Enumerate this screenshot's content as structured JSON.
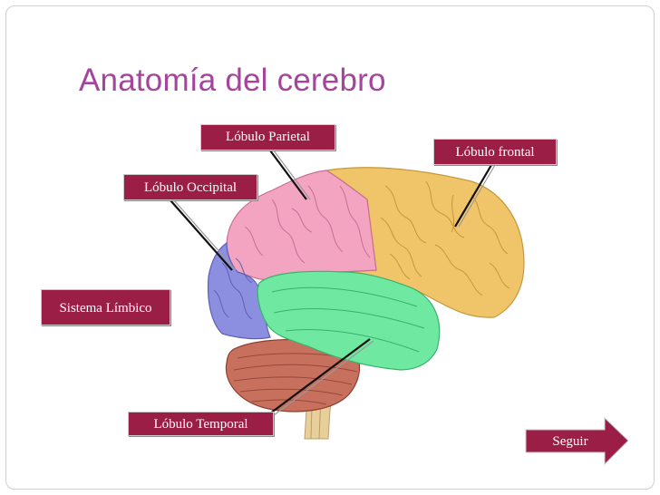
{
  "slide": {
    "title": "Anatomía del cerebro"
  },
  "labels": {
    "parietal": "Lóbulo Parietal",
    "frontal": "Lóbulo frontal",
    "occipital": "Lóbulo Occipital",
    "limbico": "Sistema Límbico",
    "temporal": "Lóbulo Temporal"
  },
  "nav": {
    "next_label": "Seguir",
    "next_icon": "arrow-right-icon"
  },
  "colors": {
    "title": "#a4449d",
    "label_bg": "#9a1e46",
    "frontal_lobe": "#f0c56a",
    "parietal_lobe": "#f2a4c1",
    "occipital_lobe": "#8c8fe0",
    "temporal_lobe": "#6fe8a2",
    "cerebellum": "#c8705e",
    "brainstem": "#e8cf9a"
  }
}
